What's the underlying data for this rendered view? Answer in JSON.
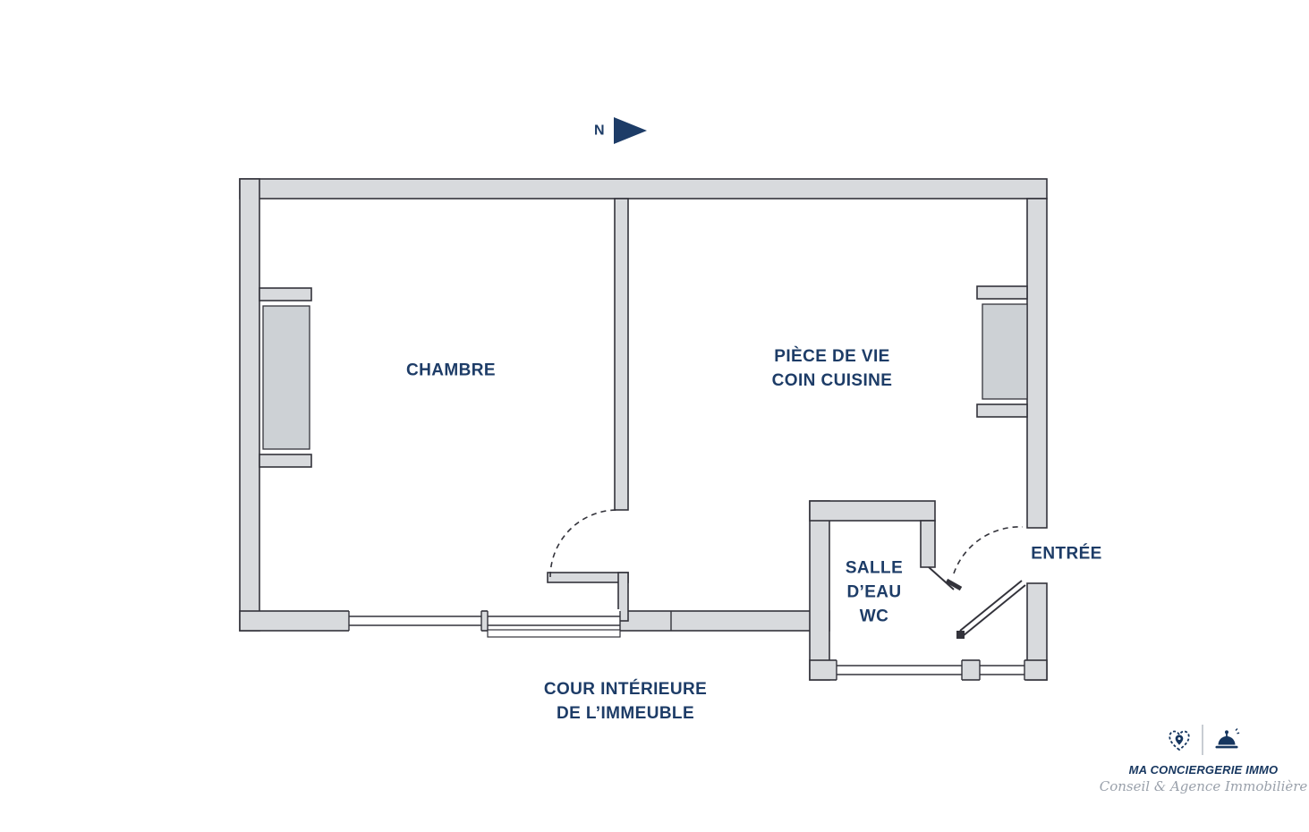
{
  "colors": {
    "navy": "#1d3c67",
    "wall_fill": "#d8dadd",
    "wall_stroke": "#33333b",
    "radiator_fill": "#cdd1d5",
    "logo_navy": "#16365f",
    "logo_gray": "#9aa1ab",
    "divider": "#c8cdd3"
  },
  "compass": {
    "label": "N",
    "icon": "north-arrow-icon"
  },
  "rooms": {
    "chambre": {
      "label": "CHAMBRE"
    },
    "piece_de_vie": {
      "line1": "PIÈCE DE VIE",
      "line2": "COIN CUISINE"
    },
    "salle_eau": {
      "line1": "SALLE",
      "line2": "D’EAU",
      "line3": "WC"
    },
    "entree": {
      "label": "ENTRÉE"
    }
  },
  "annotations": {
    "cour": {
      "line1": "COUR INTÉRIEURE",
      "line2": "DE L’IMMEUBLE"
    }
  },
  "logo": {
    "name": "MA CONCIERGERIE IMMO",
    "tagline": "Conseil & Agence Immobilière",
    "icons": [
      "heart-pin-icon",
      "bell-icon"
    ]
  }
}
